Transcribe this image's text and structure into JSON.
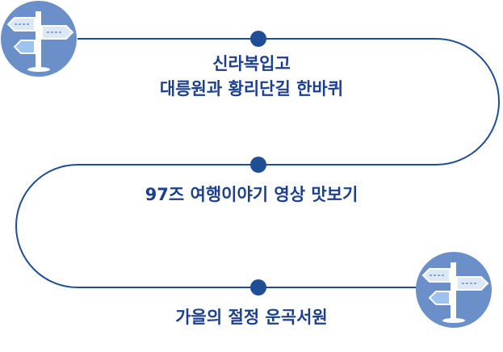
{
  "stops": [
    {
      "lines": [
        "신라복입고",
        "대릉원과 황리단길 한바퀴"
      ]
    },
    {
      "lines": [
        "97즈 여행이야기 영상 맛보기"
      ]
    },
    {
      "lines": [
        "가을의 절정 운곡서원"
      ]
    }
  ],
  "colors": {
    "route_line": "#1f4e96",
    "dot": "#1f4e96",
    "text": "#1d3f8f",
    "badge_bg": "#6b8fc8",
    "sign_light": "#dde8f7",
    "sign_blue": "#9fc3f0"
  },
  "icons": {
    "badge_top": "signpost-icon",
    "badge_bottom": "signpost-icon"
  }
}
